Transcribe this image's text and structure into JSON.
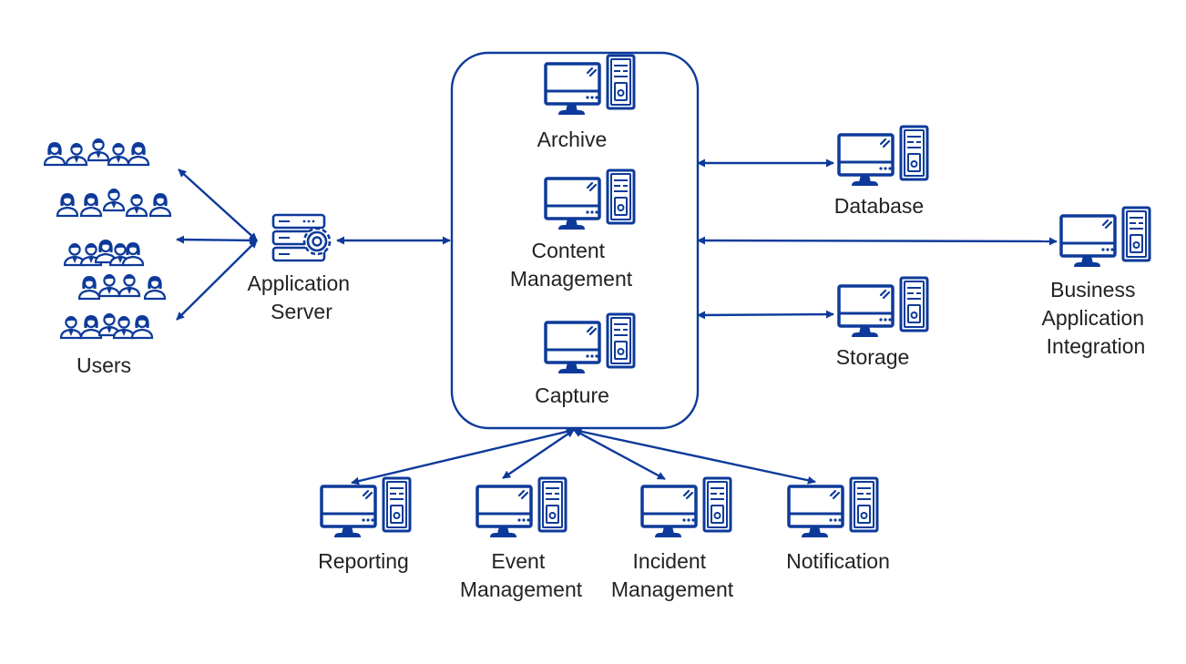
{
  "colors": {
    "primary": "#0d3a9a",
    "label": "#222222",
    "background": "#ffffff"
  },
  "icons": {
    "users": "people-group-icon",
    "server": "server-rack-gear-icon",
    "workstation": "computer-workstation-icon"
  },
  "nodes": {
    "users": {
      "label": "Users"
    },
    "app_server": {
      "label_lines": [
        "Application",
        "Server"
      ]
    },
    "archive": {
      "label": "Archive"
    },
    "content_management": {
      "label_lines": [
        "Content",
        "Management"
      ]
    },
    "capture": {
      "label": "Capture"
    },
    "database": {
      "label": "Database"
    },
    "storage": {
      "label": "Storage"
    },
    "business_integration": {
      "label_lines": [
        "Business",
        "Application",
        "Integration"
      ]
    },
    "reporting": {
      "label": "Reporting"
    },
    "event_management": {
      "label_lines": [
        "Event",
        "Management"
      ]
    },
    "incident_management": {
      "label_lines": [
        "Incident",
        "Management"
      ]
    },
    "notification": {
      "label": "Notification"
    }
  }
}
